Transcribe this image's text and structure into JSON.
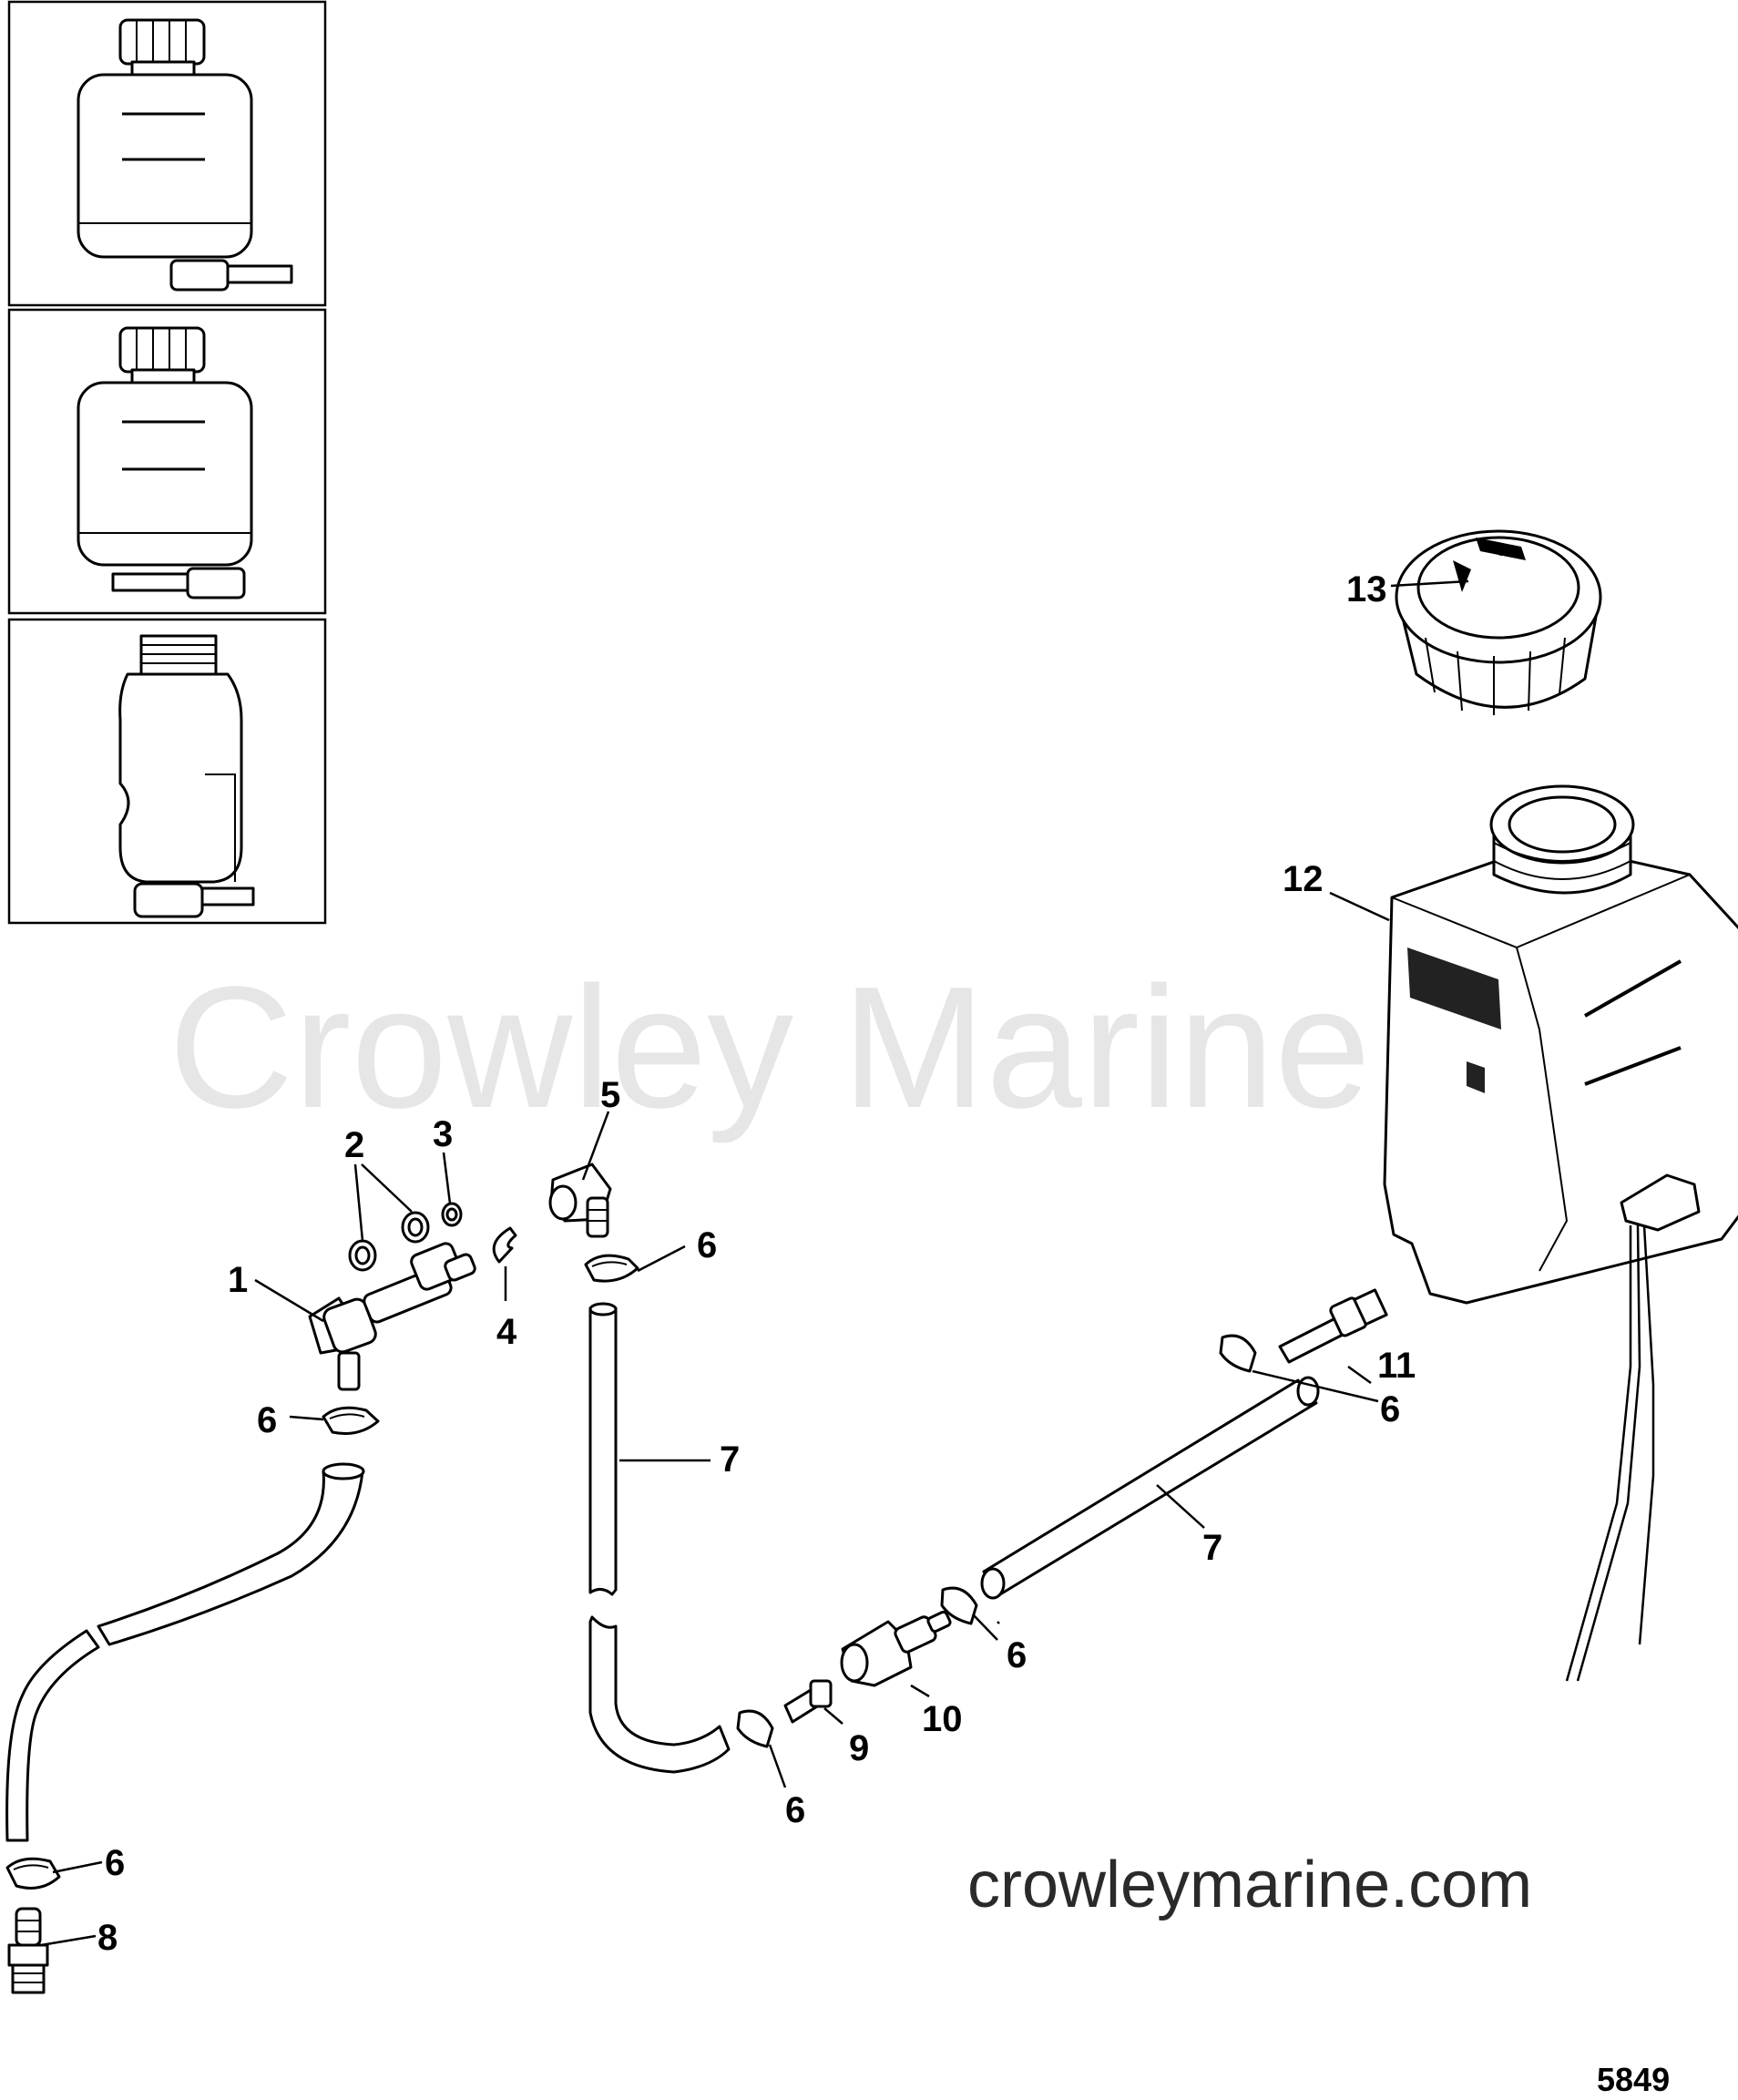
{
  "watermark": "Crowley Marine",
  "website": "crowleymarine.com",
  "figure_number": "5849",
  "callouts": [
    "1",
    "2",
    "3",
    "4",
    "5",
    "6",
    "6",
    "6",
    "6",
    "6",
    "6",
    "7",
    "7",
    "8",
    "9",
    "10",
    "11",
    "12",
    "13"
  ],
  "inset_panels": [
    {
      "name": "reservoir-variant-1"
    },
    {
      "name": "reservoir-variant-2"
    },
    {
      "name": "reservoir-variant-3"
    }
  ]
}
